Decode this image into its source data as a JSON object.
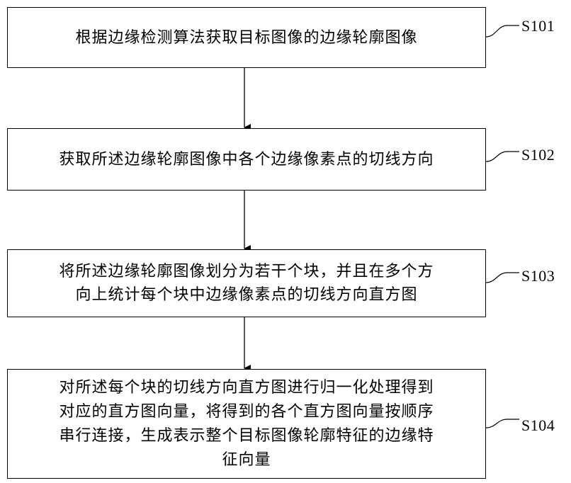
{
  "steps": [
    {
      "id": "S101",
      "label": "S101",
      "lines": [
        "根据边缘检测算法获取目标图像的边缘轮廓图像"
      ]
    },
    {
      "id": "S102",
      "label": "S102",
      "lines": [
        "获取所述边缘轮廓图像中各个边缘像素点的切线方向"
      ]
    },
    {
      "id": "S103",
      "label": "S103",
      "lines": [
        "将所述边缘轮廓图像划分为若干个块，并且在多个方",
        "向上统计每个块中边缘像素点的切线方向直方图"
      ]
    },
    {
      "id": "S104",
      "label": "S104",
      "lines": [
        "对所述每个块的切线方向直方图进行归一化处理得到",
        "对应的直方图向量，将得到的各个直方图向量按顺序",
        "串行连接，生成表示整个目标图像轮廓特征的边缘特",
        "征向量"
      ]
    }
  ]
}
